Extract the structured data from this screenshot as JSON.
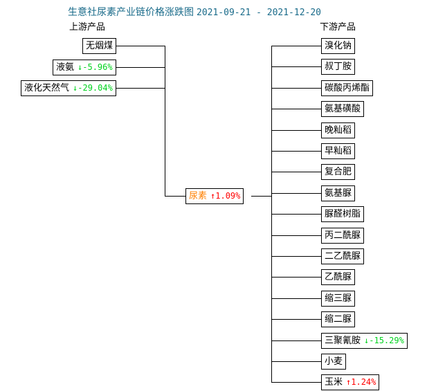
{
  "header": {
    "title": "生意社尿素产业链价格涨跌图",
    "date_range": "2021-09-21 - 2021-12-20",
    "title_color": "#1a6b8a",
    "upstream_label": "上游产品",
    "downstream_label": "下游产品"
  },
  "colors": {
    "up": "#ff0000",
    "down": "#00d21e",
    "center_name": "#ff8000",
    "line": "#000000"
  },
  "center": {
    "name": "尿素",
    "change": "↑1.09%",
    "direction": "up",
    "value": 1.09
  },
  "upstream": [
    {
      "name": "无烟煤",
      "change": "",
      "direction": "none",
      "value": null
    },
    {
      "name": "液氨",
      "change": "↓-5.96%",
      "direction": "down",
      "value": -5.96
    },
    {
      "name": "液化天然气",
      "change": "↓-29.04%",
      "direction": "down",
      "value": -29.04
    }
  ],
  "downstream": [
    {
      "name": "溴化钠",
      "change": "",
      "direction": "none",
      "value": null
    },
    {
      "name": "叔丁胺",
      "change": "",
      "direction": "none",
      "value": null
    },
    {
      "name": "碳酸丙烯酯",
      "change": "",
      "direction": "none",
      "value": null
    },
    {
      "name": "氨基磺酸",
      "change": "",
      "direction": "none",
      "value": null
    },
    {
      "name": "晚籼稻",
      "change": "",
      "direction": "none",
      "value": null
    },
    {
      "name": "早籼稻",
      "change": "",
      "direction": "none",
      "value": null
    },
    {
      "name": "复合肥",
      "change": "",
      "direction": "none",
      "value": null
    },
    {
      "name": "氨基脲",
      "change": "",
      "direction": "none",
      "value": null
    },
    {
      "name": "脲醛树脂",
      "change": "",
      "direction": "none",
      "value": null
    },
    {
      "name": "丙二酰脲",
      "change": "",
      "direction": "none",
      "value": null
    },
    {
      "name": "二乙酰脲",
      "change": "",
      "direction": "none",
      "value": null
    },
    {
      "name": "乙酰脲",
      "change": "",
      "direction": "none",
      "value": null
    },
    {
      "name": "缩三脲",
      "change": "",
      "direction": "none",
      "value": null
    },
    {
      "name": "缩二脲",
      "change": "",
      "direction": "none",
      "value": null
    },
    {
      "name": "三聚氰胺",
      "change": "↓-15.29%",
      "direction": "down",
      "value": -15.29
    },
    {
      "name": "小麦",
      "change": "",
      "direction": "none",
      "value": null
    },
    {
      "name": "玉米",
      "change": "↑1.24%",
      "direction": "up",
      "value": 1.24
    }
  ],
  "chart_data": {
    "type": "diagram",
    "title": "生意社尿素产业链价格涨跌图",
    "subtitle": "2021-09-21 - 2021-12-20",
    "center": {
      "label": "尿素",
      "change_pct": 1.09
    },
    "upstream": [
      {
        "label": "无烟煤",
        "change_pct": null
      },
      {
        "label": "液氨",
        "change_pct": -5.96
      },
      {
        "label": "液化天然气",
        "change_pct": -29.04
      }
    ],
    "downstream": [
      {
        "label": "溴化钠",
        "change_pct": null
      },
      {
        "label": "叔丁胺",
        "change_pct": null
      },
      {
        "label": "碳酸丙烯酯",
        "change_pct": null
      },
      {
        "label": "氨基磺酸",
        "change_pct": null
      },
      {
        "label": "晚籼稻",
        "change_pct": null
      },
      {
        "label": "早籼稻",
        "change_pct": null
      },
      {
        "label": "复合肥",
        "change_pct": null
      },
      {
        "label": "氨基脲",
        "change_pct": null
      },
      {
        "label": "脲醛树脂",
        "change_pct": null
      },
      {
        "label": "丙二酰脲",
        "change_pct": null
      },
      {
        "label": "二乙酰脲",
        "change_pct": null
      },
      {
        "label": "乙酰脲",
        "change_pct": null
      },
      {
        "label": "缩三脲",
        "change_pct": null
      },
      {
        "label": "缩二脲",
        "change_pct": null
      },
      {
        "label": "三聚氰胺",
        "change_pct": -15.29
      },
      {
        "label": "小麦",
        "change_pct": null
      },
      {
        "label": "玉米",
        "change_pct": 1.24
      }
    ]
  }
}
